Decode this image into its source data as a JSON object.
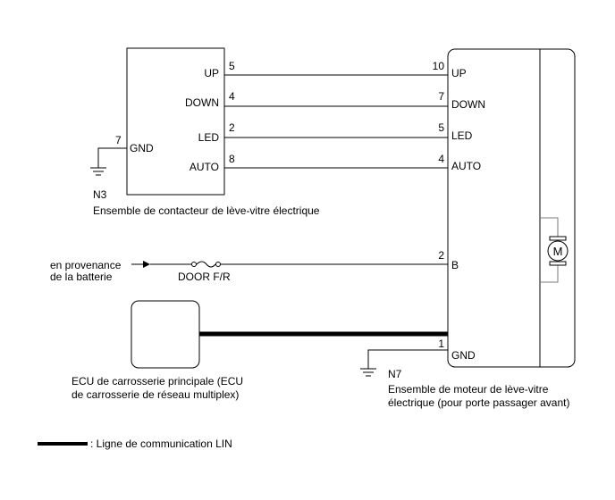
{
  "switch": {
    "code": "N3",
    "name": "Ensemble de contacteur de lève-vitre électrique",
    "pins": [
      {
        "num": "5",
        "label": "UP"
      },
      {
        "num": "4",
        "label": "DOWN"
      },
      {
        "num": "2",
        "label": "LED"
      },
      {
        "num": "8",
        "label": "AUTO"
      }
    ],
    "gnd": {
      "num": "7",
      "label": "GND"
    }
  },
  "motor": {
    "code": "N7",
    "name_line1": "Ensemble de moteur de lève-vitre",
    "name_line2": "électrique (pour porte passager avant)",
    "pins": [
      {
        "num": "10",
        "label": "UP"
      },
      {
        "num": "7",
        "label": "DOWN"
      },
      {
        "num": "5",
        "label": "LED"
      },
      {
        "num": "4",
        "label": "AUTO"
      }
    ],
    "b_pin": {
      "num": "2",
      "label": "B"
    },
    "gnd_pin": {
      "num": "1",
      "label": "GND"
    },
    "motor_symbol": "M"
  },
  "battery": {
    "line1": "en provenance",
    "line2": "de la batterie"
  },
  "fuse": {
    "label": "DOOR F/R"
  },
  "ecu": {
    "line1": "ECU de carrosserie principale (ECU",
    "line2": "de carrosserie de réseau multiplex)"
  },
  "legend": {
    "label": ": Ligne de communication LIN"
  }
}
